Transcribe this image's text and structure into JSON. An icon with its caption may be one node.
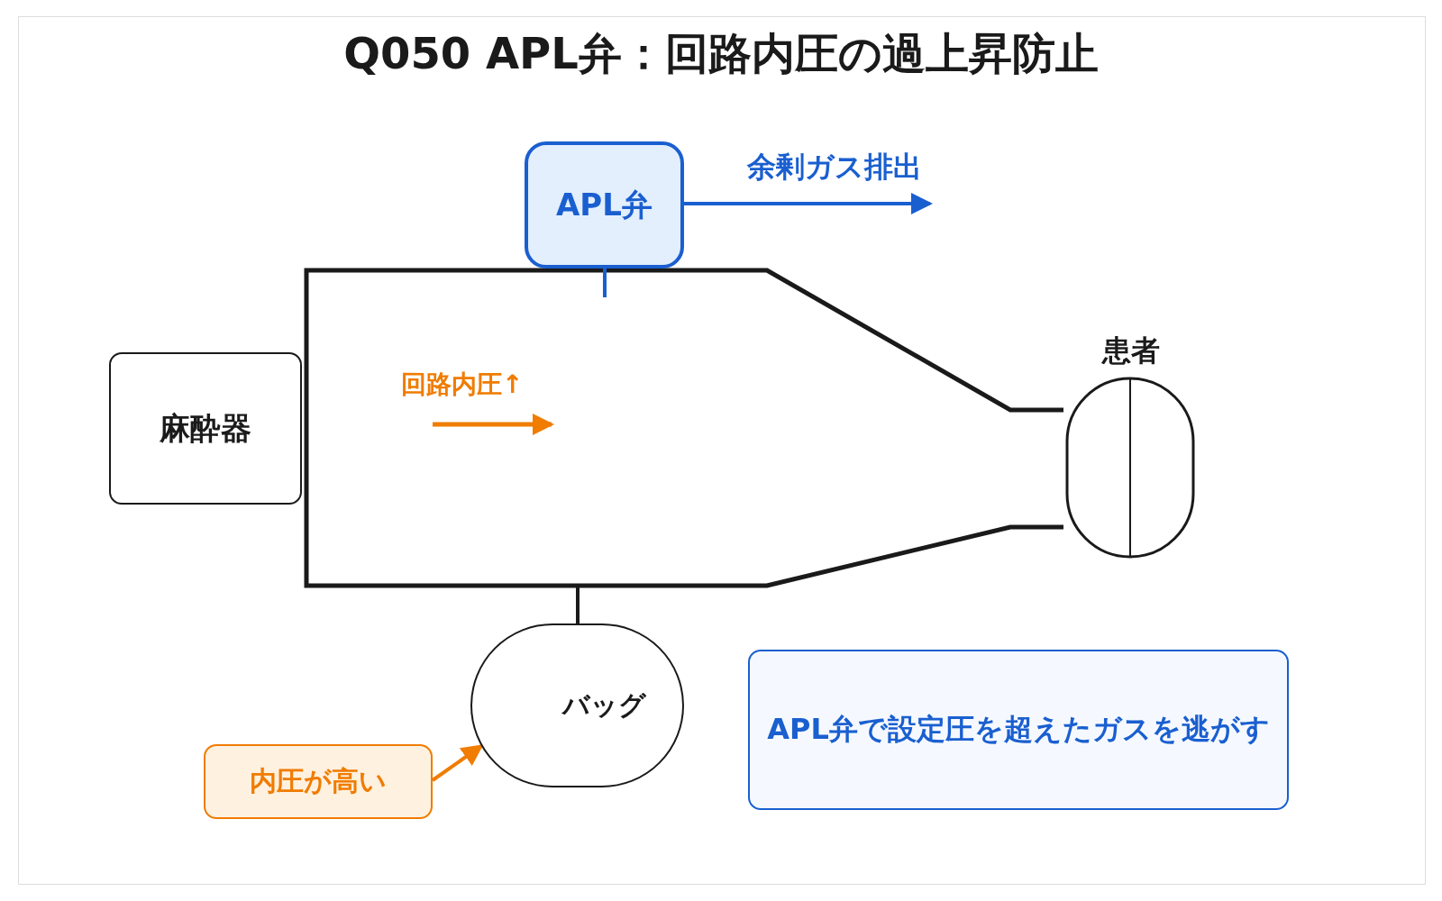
{
  "diagram": {
    "title": "Q050 APL弁：回路内圧の過上昇防止",
    "nodes": [
      {
        "text": [
          "麻酔器"
        ]
      },
      {
        "text": [],
        "shape": "box"
      },
      {
        "text": [
          "APL弁"
        ]
      },
      {
        "text": [
          "患者"
        ]
      },
      {
        "text": [
          "バッグ"
        ]
      },
      {
        "text": [
          "内圧が高い"
        ]
      },
      {
        "text": [
          "APL弁で設定圧を超えたガスを逃がす"
        ]
      }
    ],
    "edges": [
      {
        "from": 2,
        "to": 1,
        "arrow": "none",
        "color": "#1a5fd0"
      },
      {
        "from": 1,
        "to": 4,
        "arrow": "none",
        "color": "#1a1a1a"
      },
      {
        "from": 5,
        "to": 4,
        "arrow": "to",
        "color": "#f07c00"
      },
      {
        "from": 2,
        "to": null,
        "arrow": "to",
        "label": "余剰ガス排出",
        "color": "#1a5fd0"
      }
    ],
    "labels": [
      "回路内圧↑"
    ]
  }
}
